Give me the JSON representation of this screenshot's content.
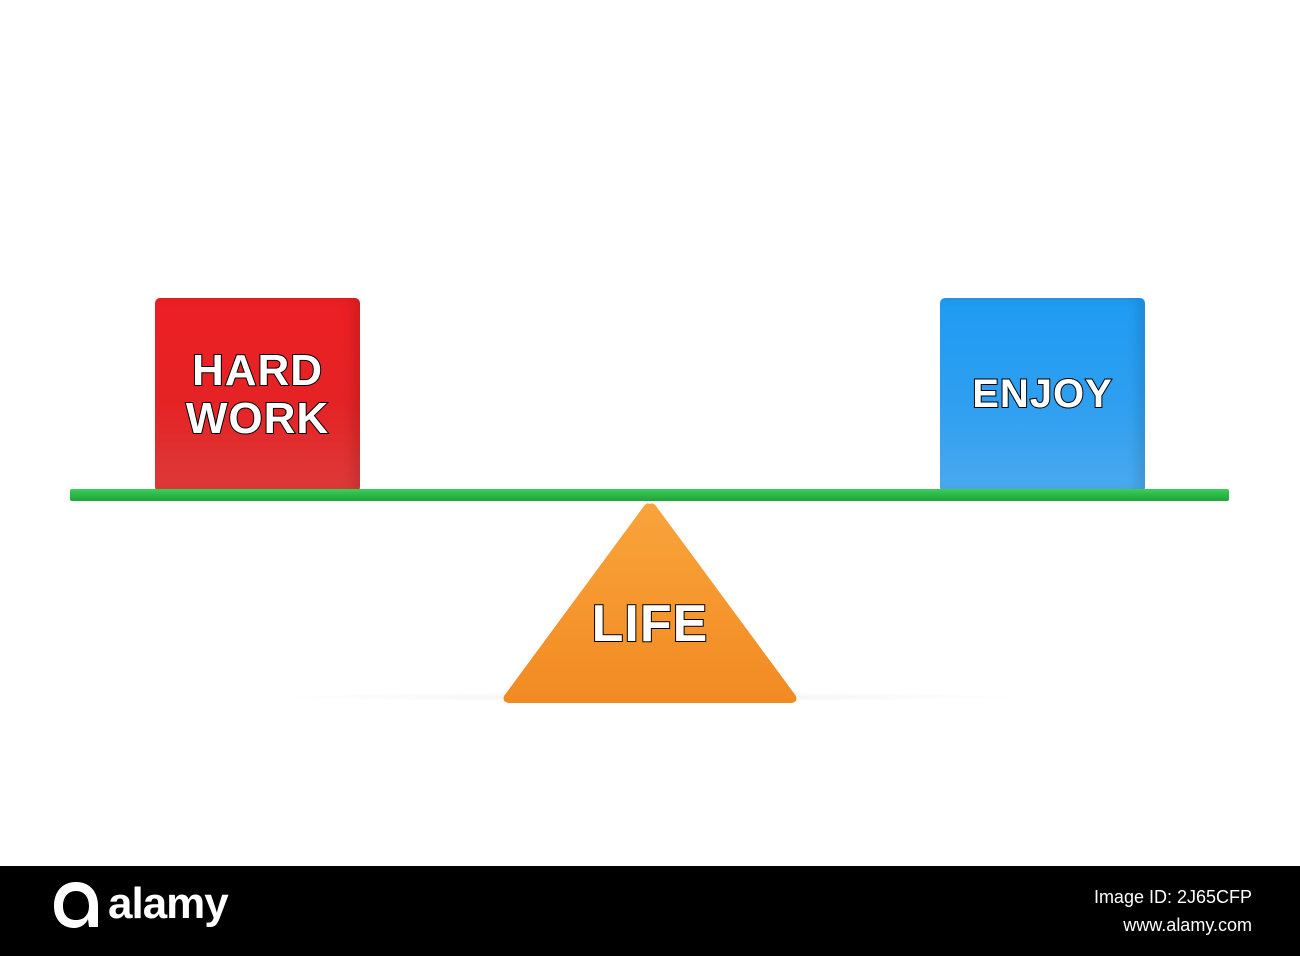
{
  "scene": {
    "left_block": {
      "label": "HARD\nWORK",
      "color": "#e42325"
    },
    "right_block": {
      "label": "ENJOY",
      "color": "#2f9ff0"
    },
    "fulcrum": {
      "label": "LIFE",
      "color": "#f7922b"
    },
    "plank_color": "#2ab84a",
    "watermark": "alamy"
  },
  "footer": {
    "brand": "alamy",
    "image_id_line": "Image ID: 2J65CFP",
    "site": "www.alamy.com"
  }
}
